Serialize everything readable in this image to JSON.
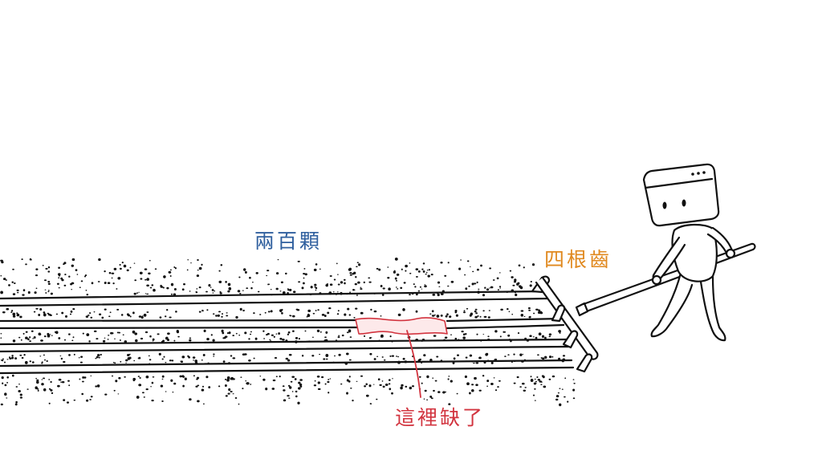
{
  "labels": {
    "seed_count": "兩百顆",
    "teeth_count": "四根齒",
    "missing_note": "這裡缺了"
  },
  "colors": {
    "seed_count": "#2f5f9e",
    "teeth_count": "#e0891f",
    "missing_note": "#d2343f",
    "ink": "#111111",
    "background": "#ffffff"
  },
  "icons": {
    "character_head": "browser-window-head-icon",
    "tool": "rake-icon"
  }
}
